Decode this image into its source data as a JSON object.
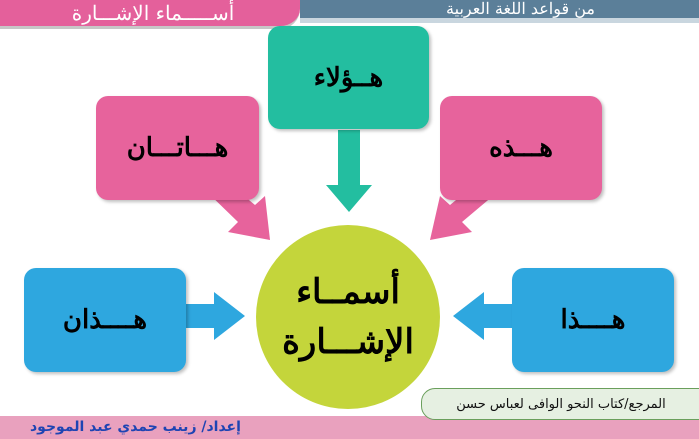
{
  "header": {
    "title": "أســـــماء الإشـــارة",
    "subject": "من قواعد اللغة العربية"
  },
  "center": {
    "line1": "أسمــاء",
    "line2": "الإشـــارة"
  },
  "cards": {
    "top": "هــؤلاء",
    "upper_left": "هـــاتـــان",
    "upper_right": "هـــذه",
    "lower_left": "هــــذان",
    "lower_right": "هــــذا"
  },
  "footer": {
    "reference": "المرجع/كتاب النحو الوافى لعباس حسن",
    "author": "إعداد/ زينب حمدي عبد الموجود"
  },
  "colors": {
    "teal": "#23bea0",
    "pink": "#e7639c",
    "blue": "#2ea7df",
    "green": "#c4d53b",
    "header_blue": "#5b7f99"
  }
}
